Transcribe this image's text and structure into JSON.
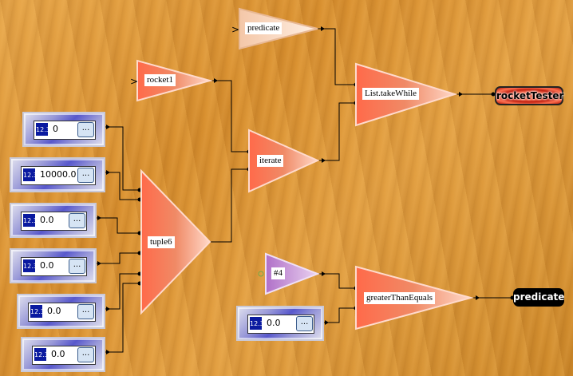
{
  "nodes": {
    "predicate_input": {
      "label": "predicate"
    },
    "rocket1": {
      "label": "rocket1"
    },
    "iterate": {
      "label": "iterate"
    },
    "take_while": {
      "label": "List.takeWhile"
    },
    "tuple6": {
      "label": "tuple6"
    },
    "const4": {
      "label": "#4"
    },
    "greater_than_equals": {
      "label": "greaterThanEquals"
    }
  },
  "inputs": [
    {
      "icon": "12.3",
      "value": "0"
    },
    {
      "icon": "12.3",
      "value": "10000.0"
    },
    {
      "icon": "12.3",
      "value": "0.0"
    },
    {
      "icon": "12.3",
      "value": "0.0"
    },
    {
      "icon": "12.3",
      "value": "0.0"
    },
    {
      "icon": "12.3",
      "value": "0.0"
    },
    {
      "icon": "12.3",
      "value": "0.0"
    }
  ],
  "input_button_label": "...",
  "outputs": {
    "rocket_tester": {
      "label": "rocketTester"
    },
    "predicate": {
      "label": "predicate"
    }
  },
  "port_markers": {
    "input_arrow": ">"
  }
}
